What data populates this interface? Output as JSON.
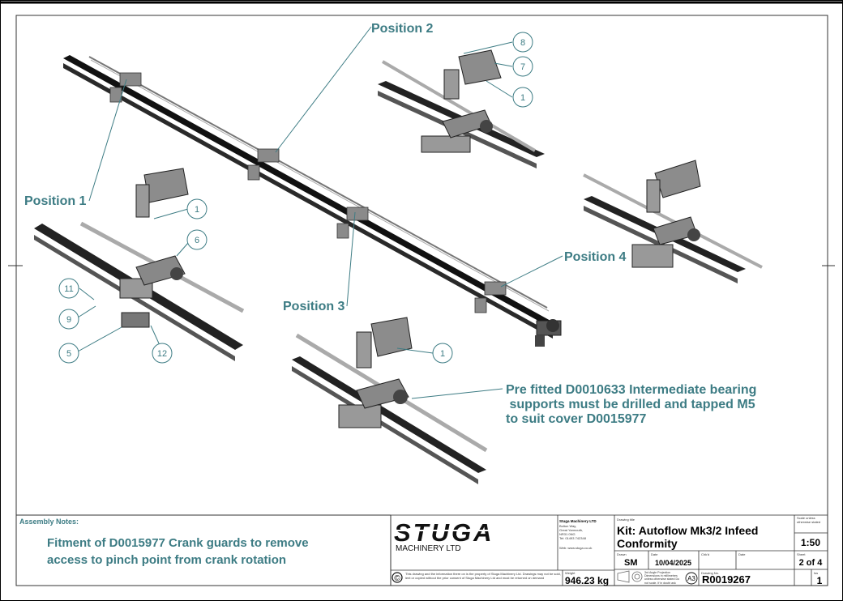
{
  "positions": {
    "p1": "Position 1",
    "p2": "Position 2",
    "p3": "Position 3",
    "p4": "Position 4"
  },
  "balloons": {
    "b1a": "1",
    "b1b": "1",
    "b1c": "1",
    "b5": "5",
    "b6": "6",
    "b7": "7",
    "b8": "8",
    "b9": "9",
    "b11": "11",
    "b12": "12"
  },
  "note_main": {
    "line1": "Pre fitted D0010633 Intermediate bearing",
    "line2": " supports must be drilled and tapped M5",
    "line3": "to suit cover D0015977"
  },
  "assembly_notes": {
    "header": "Assembly Notes:",
    "line1": "Fitment of D0015977 Crank guards to remove",
    "line2": "access to pinch point from crank rotation"
  },
  "company": {
    "logo_text": "STUGA",
    "logo_sub": "MACHINERY LTD",
    "name": "Stuga Machinery LTD",
    "addr1": "Bolton Way,",
    "addr2": "Great Yarmouth,",
    "addr3": "NR31 0NG",
    "tel": "Tel: 01493 742348",
    "web": "Web: www.stuga.co.uk",
    "copyright_symbol": "©",
    "copyright_text": "This drawing and the information there on is the property of Stuga Machinery Ltd. Drawings may not be sold, lent or copied without the prior consent of Stuga Machinery Ltd and must be returned on demand"
  },
  "title_block": {
    "drawing_title_label": "Drawing title",
    "drawing_title_line1": "Kit: Autoflow Mk3/2 Infeed",
    "drawing_title_line2": "Conformity",
    "scale_label": "Scale unless otherwise stated",
    "scale": "1:50",
    "drawn_label": "Drawn",
    "drawn": "SM",
    "date_label": "Date",
    "date": "10/04/2025",
    "chkd_label": "Chk'd",
    "date2_label": "Date",
    "sheet_label": "Sheet",
    "sheet": "2 of 4",
    "weight_label": "Weight",
    "weight": "946.23 kg",
    "projection_note": "3rd Angle Projection Dimensions in millimetres unless otherwise stated Do not scale. If in doubt ask",
    "size": "A3",
    "drawing_no_label": "Drawing No.",
    "drawing_no": "R0019267",
    "issue_label": "Iss",
    "issue": "1"
  }
}
